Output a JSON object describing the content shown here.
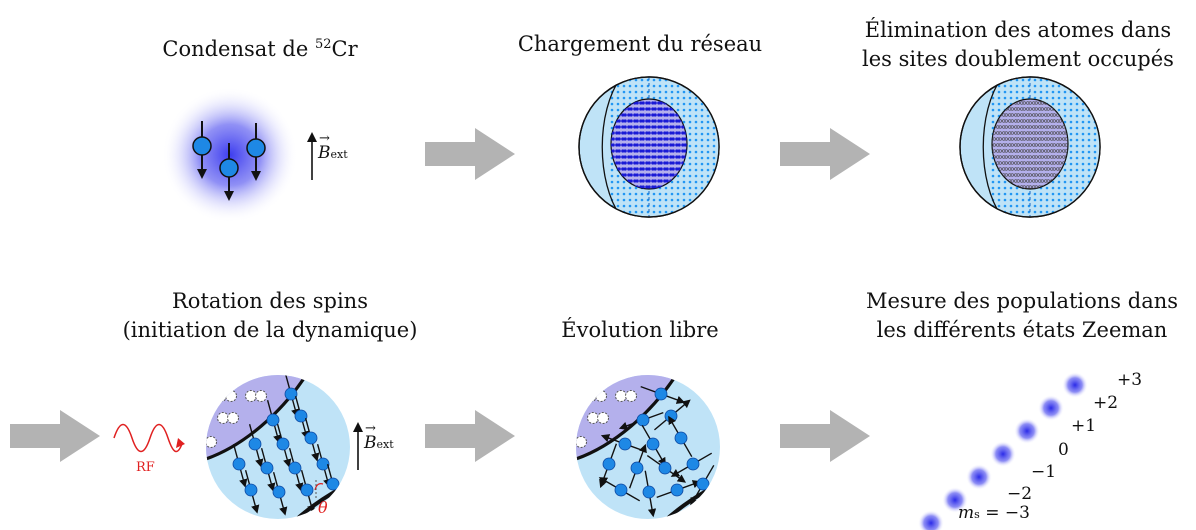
{
  "panels": {
    "condensate": {
      "title_prefix": "Condensat de ",
      "isotope_mass": "52",
      "element": "Cr",
      "field_symbol": "B",
      "field_sub": "ext"
    },
    "lattice_loading": {
      "title": "Chargement du réseau"
    },
    "elimination": {
      "title_line1": "Élimination des atomes dans",
      "title_line2": "les sites doublement occupés"
    },
    "spin_rotation": {
      "title_line1": "Rotation des spins",
      "title_line2": "(initiation de la dynamique)",
      "rf_label": "RF",
      "angle_label": "θ",
      "field_symbol": "B",
      "field_sub": "ext"
    },
    "free_evolution": {
      "title": "Évolution libre"
    },
    "measurement": {
      "title_line1": "Mesure des populations dans",
      "title_line2": "les différents états Zeeman",
      "zeeman_states": [
        "+3",
        "+2",
        "+1",
        "0",
        "−1",
        "−2"
      ],
      "ms_symbol": "m",
      "ms_sub": "s",
      "ms_value": "= −3"
    }
  },
  "colors": {
    "arrow": "#b3b3b3",
    "atom": "#1e88e5",
    "sphere": "#bfe3f7",
    "inner": "#b4b0ec",
    "rf": "#e02020",
    "blob": "#2a2ae8"
  }
}
